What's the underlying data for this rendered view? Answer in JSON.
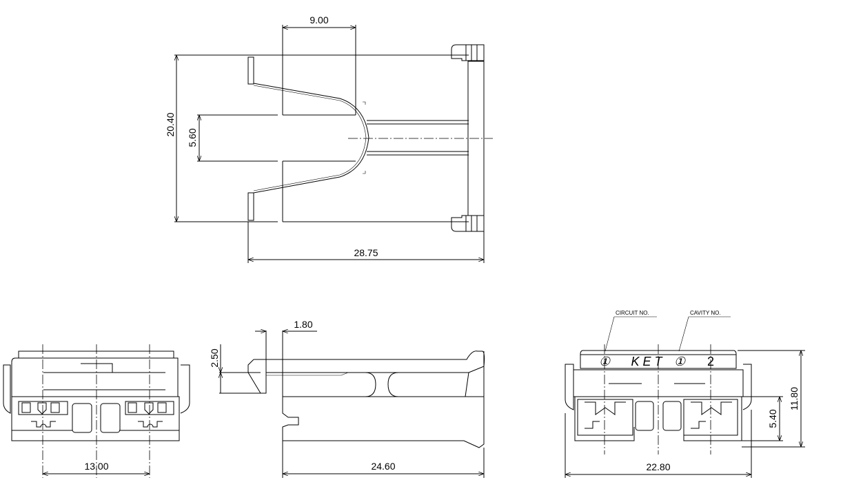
{
  "drawing": {
    "top_view": {
      "dim_width": "9.00",
      "dim_height": "20.40",
      "dim_slot": "5.60",
      "dim_length": "28.75"
    },
    "side_view": {
      "dim_step": "1.80",
      "dim_latch": "2.50",
      "dim_length": "24.60"
    },
    "front_view": {
      "dim_pitch": "13.00"
    },
    "rear_view": {
      "circuit_label": "CIRCUIT NO.",
      "cavity_label": "CAVITY NO.",
      "circuit_mark": "①",
      "brand_mark": "K E T",
      "cavity_mark": "①",
      "count_mark": "2",
      "dim_width": "22.80",
      "dim_height": "11.80",
      "dim_cavity": "5.40"
    }
  }
}
